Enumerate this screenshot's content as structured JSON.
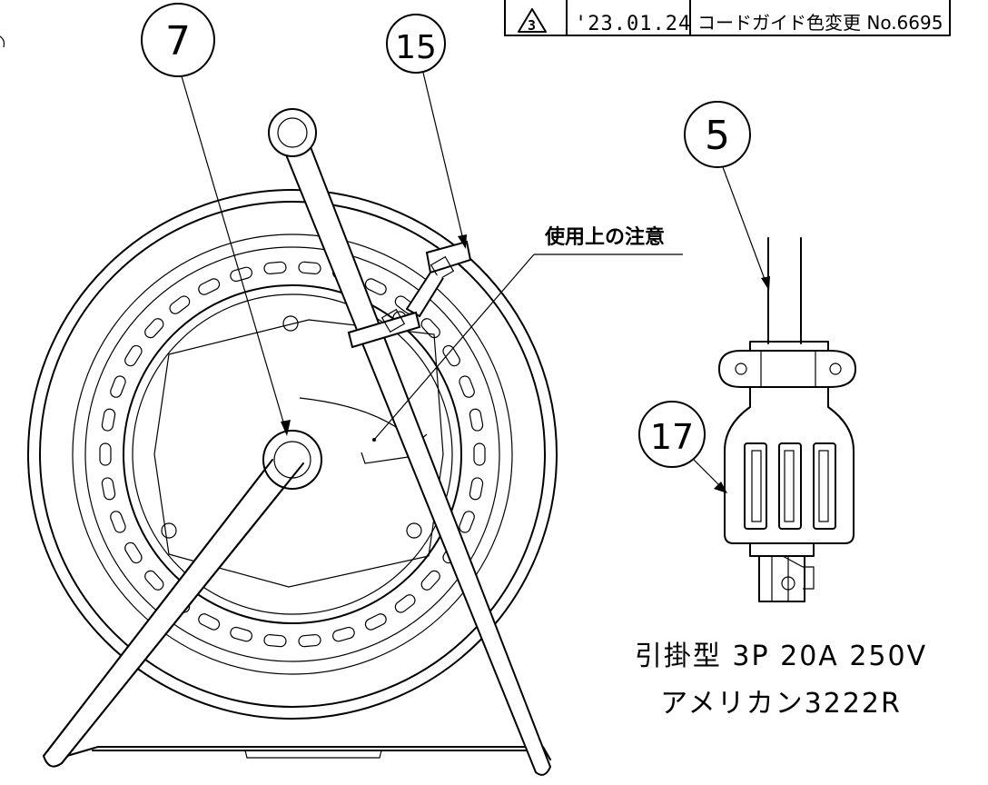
{
  "revision": {
    "mark": "3",
    "date": "'23.01.24",
    "description": "コードガイド色変更 No.6695"
  },
  "callouts": {
    "reel_hub": "7",
    "cable_tie": "15",
    "cord": "5",
    "plug": "17"
  },
  "notes": {
    "caution_label": "使用上の注意"
  },
  "plug_spec": {
    "line1": "引掛型 3P 20A 250V",
    "line2": "アメリカン3222R"
  }
}
